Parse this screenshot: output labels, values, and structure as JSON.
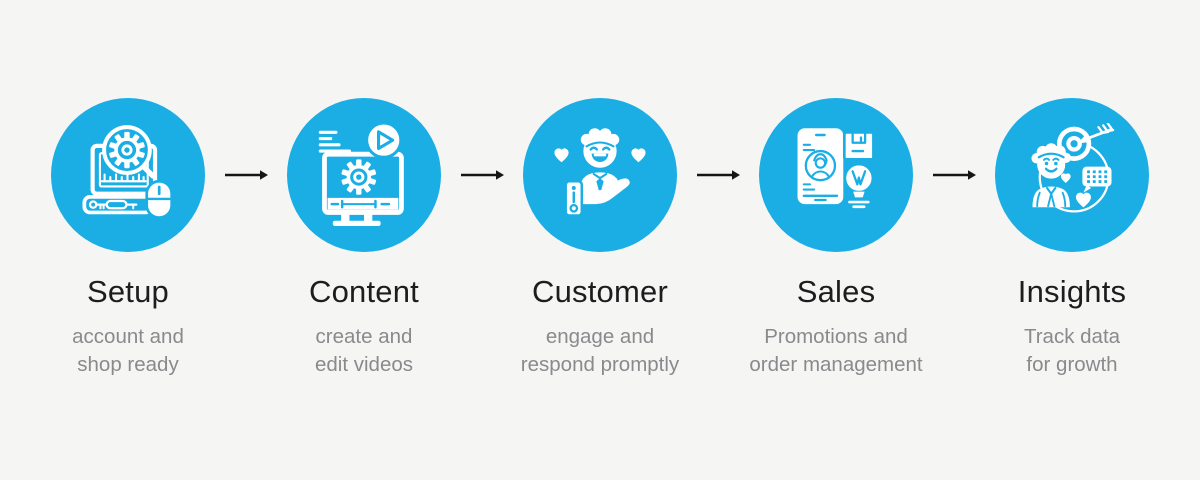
{
  "colors": {
    "background": "#F5F5F3",
    "circle_fill": "#1AAEE5",
    "icon": "#FFFFFF",
    "title_text": "#1D1D1F",
    "subtitle_text": "#8A8A8E",
    "arrow": "#161616"
  },
  "steps": [
    {
      "label": "Setup",
      "description_line1": "account and",
      "description_line2": "shop ready",
      "icon": "laptop-search-gear-icon"
    },
    {
      "label": "Content",
      "description_line1": "create and",
      "description_line2": "edit videos",
      "icon": "video-editing-monitor-icon"
    },
    {
      "label": "Customer",
      "description_line1": "engage and",
      "description_line2": "respond promptly",
      "icon": "customer-care-hand-icon"
    },
    {
      "label": "Sales",
      "description_line1": "Promotions and",
      "description_line2": "order management",
      "icon": "smartphone-order-bulb-icon"
    },
    {
      "label": "Insights",
      "description_line1": "Track data",
      "description_line2": "for growth",
      "icon": "target-analytics-person-icon"
    }
  ],
  "connector": {
    "icon": "right-arrow-icon"
  }
}
